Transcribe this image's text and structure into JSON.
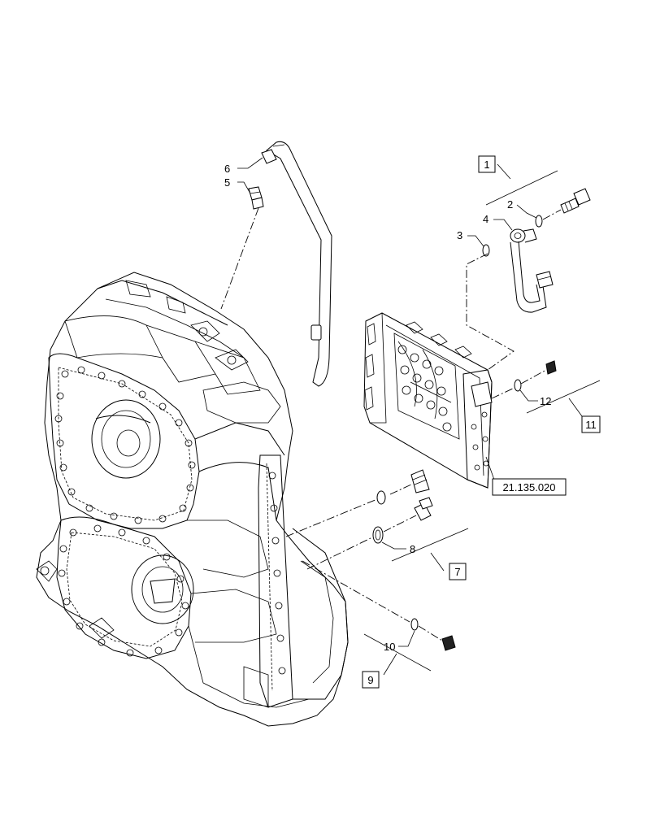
{
  "callouts": {
    "c1": "1",
    "c2": "2",
    "c3": "3",
    "c4": "4",
    "c5": "5",
    "c6": "6",
    "c7": "7",
    "c8": "8",
    "c9": "9",
    "c10": "10",
    "c11": "11",
    "c12": "12",
    "ref": "21.135.020"
  },
  "colors": {
    "line": "#000000",
    "background": "#ffffff"
  }
}
